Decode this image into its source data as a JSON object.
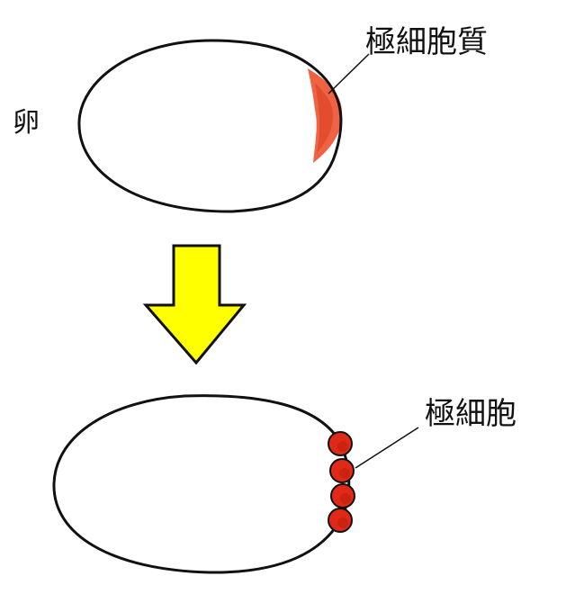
{
  "labels": {
    "egg": "卵",
    "pole_plasm": "極細胞質",
    "pole_cells": "極細胞"
  },
  "colors": {
    "outline": "#111111",
    "pole_plasm_fill": "#ee5a3a",
    "pole_plasm_dark": "#d8401f",
    "pole_cell_fill": "#e02a17",
    "pole_cell_dark": "#b81a0c",
    "arrow_fill": "#ffff00",
    "arrow_stroke": "#111111"
  },
  "pole_cell_count": 4
}
